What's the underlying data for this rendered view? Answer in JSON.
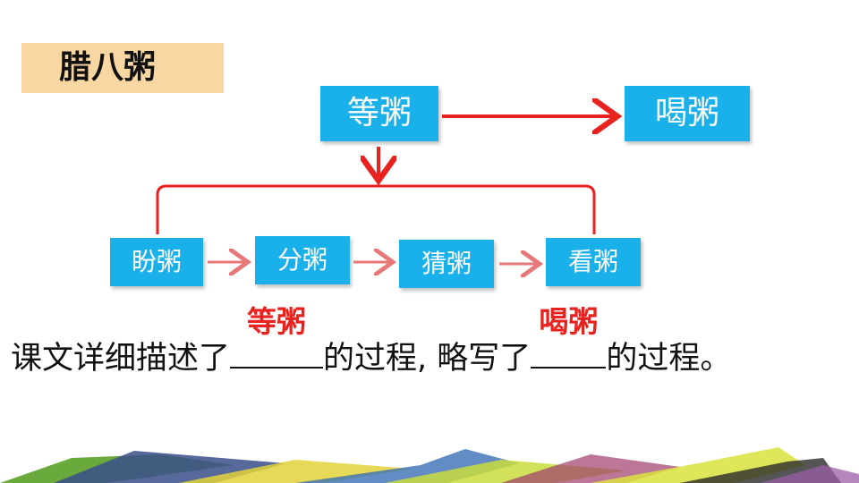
{
  "title": "腊八粥",
  "nodes": {
    "wait": "等粥",
    "drink": "喝粥",
    "hope": "盼粥",
    "share": "分粥",
    "guess": "猜粥",
    "look": "看粥"
  },
  "sentence": {
    "part1": "课文详细描述了",
    "answer1": "等粥",
    "part2": "的过程",
    "comma": ",",
    "part3": " 略写了",
    "answer2": "喝粥",
    "part4": "的过程。"
  },
  "colors": {
    "node_fill": "#1ab0ea",
    "title_fill": "#f9d7a3",
    "main_arrow": "#e8231f",
    "sub_arrow": "#e6787a",
    "answer_text": "#e8231f"
  }
}
